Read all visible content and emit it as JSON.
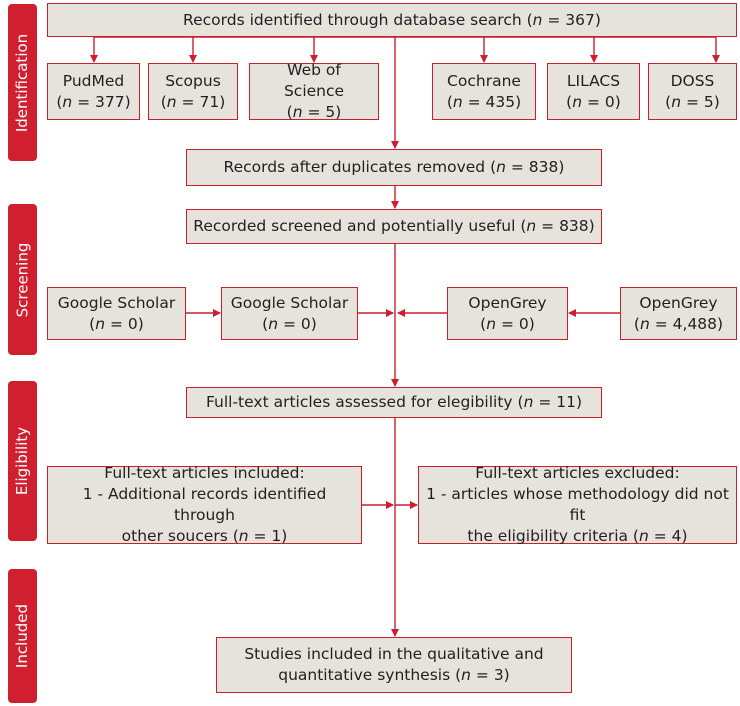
{
  "phases": {
    "identification": "Identification",
    "screening": "Screening",
    "eligibility": "Eligibility",
    "included": "Included"
  },
  "n_symbol": "n",
  "boxes": {
    "database_search": {
      "pre": "Records identified through database search (",
      "post": " = 367)"
    },
    "pubmed": {
      "name": "PudMed",
      "count": "(n = 377)",
      "post": " = 377)"
    },
    "scopus": {
      "name": "Scopus",
      "post": " = 71)"
    },
    "wos": {
      "name": "Web of Science",
      "post": " = 5)"
    },
    "cochrane": {
      "name": "Cochrane",
      "post": " = 435)"
    },
    "lilacs": {
      "name": "LILACS",
      "post": " = 0)"
    },
    "doss": {
      "name": "DOSS",
      "post": " = 5)"
    },
    "duplicates_removed": {
      "pre": "Records after duplicates removed (",
      "post": " = 838)"
    },
    "screened": {
      "pre": "Recorded screened and potentially useful (",
      "post": " = 838)"
    },
    "google_scholar_left": {
      "name": "Google Scholar",
      "post": " = 0)"
    },
    "google_scholar_right": {
      "name": "Google Scholar",
      "post": " = 0)"
    },
    "opengrey_left": {
      "name": "OpenGrey",
      "post": " = 0)"
    },
    "opengrey_right": {
      "name": "OpenGrey",
      "post": " = 4,488)"
    },
    "full_text_assessed": {
      "pre": "Full-text articles assessed for elegibility (",
      "post": " = 11)"
    },
    "included_records": {
      "line1": "Full-text articles included:",
      "line2": "1 - Additional records identified through",
      "line3_pre": "other soucers (",
      "post": " = 1)"
    },
    "excluded_records": {
      "line1": "Full-text articles excluded:",
      "line2": "1 - articles whose methodology did not fit",
      "line3_pre": "the eligibility criteria (",
      "post": " = 4)"
    },
    "final_studies": {
      "line1": "Studies included in the qualitative and",
      "line2_pre": "quantitative synthesis (",
      "post": " = 3)"
    }
  },
  "colors": {
    "accent": "#cc1f2e",
    "box_fill": "#e6e2dc",
    "text": "#231f20"
  }
}
